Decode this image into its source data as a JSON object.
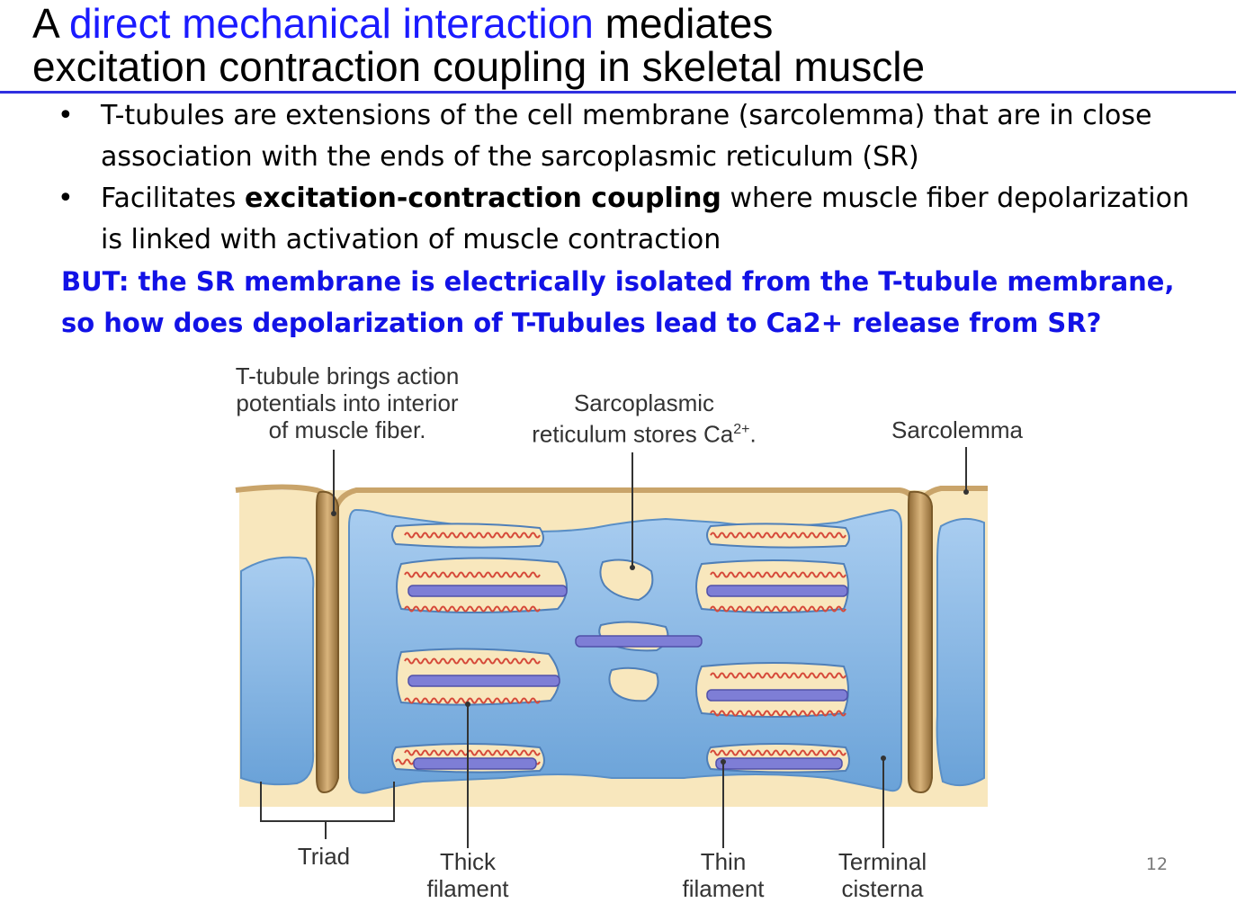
{
  "title": {
    "prefix": "A",
    "accent": "direct mechanical interaction",
    "rest_line1": "mediates",
    "line2": "excitation contraction coupling in skeletal muscle"
  },
  "bullets": [
    {
      "text": "T-tubules are extensions of the cell membrane (sarcolemma) that are in close association with the ends of the sarcoplasmic reticulum (SR)"
    },
    {
      "pre": "Facilitates",
      "bold": "excitation-contraction coupling",
      "post": "where muscle fiber depolarization is linked with activation of muscle contraction"
    }
  ],
  "question": {
    "line1": "BUT: the SR membrane is electrically isolated from the T-tubule membrane,",
    "line2": "so how does depolarization of T-Tubules lead to Ca2+ release from SR?"
  },
  "figure": {
    "labels": {
      "ttubule_line1": "T-tubule brings action",
      "ttubule_line2": "potentials into interior",
      "ttubule_line3": "of muscle fiber.",
      "sr_line1": "Sarcoplasmic",
      "sr_line2": "reticulum stores Ca",
      "sr_sup": "2+",
      "sr_end": ".",
      "sarcolemma": "Sarcolemma",
      "triad": "Triad",
      "thick_line1": "Thick",
      "thick_line2": "filament",
      "thin_line1": "Thin",
      "thin_line2": "filament",
      "terminal_line1": "Terminal",
      "terminal_line2": "cisterna"
    },
    "colors": {
      "cytoplasm": "#f8e7bd",
      "sarcolemma": "#c9a46a",
      "ttubule": "#b78d52",
      "sr": "#7fb2e3",
      "sr_highlight": "#bcd8f4",
      "thick": "#7e7ed6",
      "thin": "#d64a3a"
    }
  },
  "page_number": "12"
}
